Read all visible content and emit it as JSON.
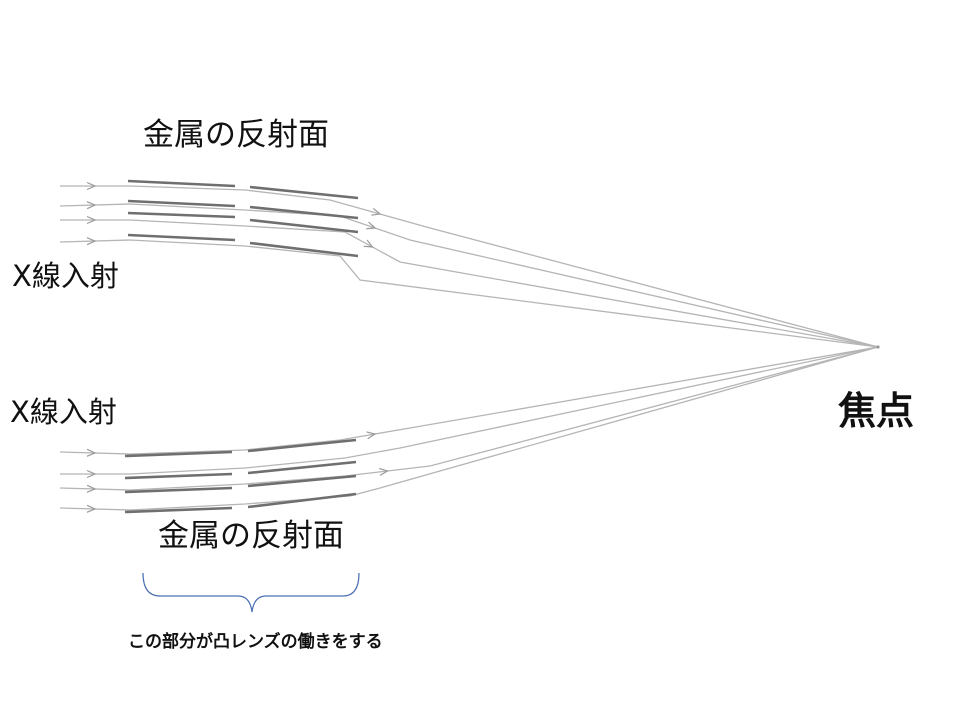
{
  "labels": {
    "reflective_surface_top": "金属の反射面",
    "reflective_surface_bottom": "金属の反射面",
    "xray_incident_top": "X線入射",
    "xray_incident_bottom": "X線入射",
    "focal_point": "焦点",
    "brace_caption": "この部分が凸レンズの働きをする"
  },
  "colors": {
    "text": "#111111",
    "ray": "#b5b5b5",
    "mirror": "#6f6f6f",
    "brace": "#4a6fb0"
  }
}
